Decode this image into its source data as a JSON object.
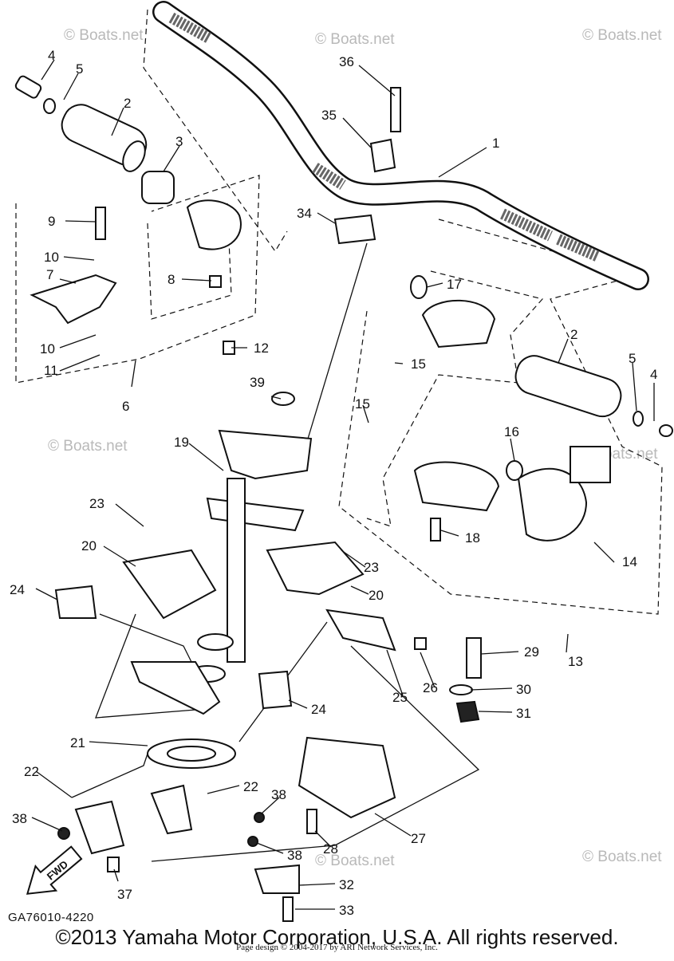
{
  "diagram": {
    "doc_code": "GA76010-4220",
    "watermark": "© Boats.net",
    "fwd_label": "FWD",
    "callouts": [
      {
        "id": "c1",
        "text": "1"
      },
      {
        "id": "c2a",
        "text": "2"
      },
      {
        "id": "c2b",
        "text": "2"
      },
      {
        "id": "c3",
        "text": "3"
      },
      {
        "id": "c4a",
        "text": "4"
      },
      {
        "id": "c4b",
        "text": "4"
      },
      {
        "id": "c5a",
        "text": "5"
      },
      {
        "id": "c5b",
        "text": "5"
      },
      {
        "id": "c6",
        "text": "6"
      },
      {
        "id": "c7",
        "text": "7"
      },
      {
        "id": "c8",
        "text": "8"
      },
      {
        "id": "c9",
        "text": "9"
      },
      {
        "id": "c10a",
        "text": "10"
      },
      {
        "id": "c10b",
        "text": "10"
      },
      {
        "id": "c11",
        "text": "11"
      },
      {
        "id": "c12",
        "text": "12"
      },
      {
        "id": "c13",
        "text": "13"
      },
      {
        "id": "c14",
        "text": "14"
      },
      {
        "id": "c15a",
        "text": "15"
      },
      {
        "id": "c15b",
        "text": "15"
      },
      {
        "id": "c16",
        "text": "16"
      },
      {
        "id": "c17",
        "text": "17"
      },
      {
        "id": "c18",
        "text": "18"
      },
      {
        "id": "c19",
        "text": "19"
      },
      {
        "id": "c20a",
        "text": "20"
      },
      {
        "id": "c20b",
        "text": "20"
      },
      {
        "id": "c21",
        "text": "21"
      },
      {
        "id": "c22a",
        "text": "22"
      },
      {
        "id": "c22b",
        "text": "22"
      },
      {
        "id": "c23a",
        "text": "23"
      },
      {
        "id": "c23b",
        "text": "23"
      },
      {
        "id": "c24a",
        "text": "24"
      },
      {
        "id": "c24b",
        "text": "24"
      },
      {
        "id": "c25",
        "text": "25"
      },
      {
        "id": "c26",
        "text": "26"
      },
      {
        "id": "c27",
        "text": "27"
      },
      {
        "id": "c28",
        "text": "28"
      },
      {
        "id": "c29",
        "text": "29"
      },
      {
        "id": "c30",
        "text": "30"
      },
      {
        "id": "c31",
        "text": "31"
      },
      {
        "id": "c32",
        "text": "32"
      },
      {
        "id": "c33",
        "text": "33"
      },
      {
        "id": "c34",
        "text": "34"
      },
      {
        "id": "c35",
        "text": "35"
      },
      {
        "id": "c36",
        "text": "36"
      },
      {
        "id": "c37",
        "text": "37"
      },
      {
        "id": "c38a",
        "text": "38"
      },
      {
        "id": "c38b",
        "text": "38"
      },
      {
        "id": "c38c",
        "text": "38"
      },
      {
        "id": "c39",
        "text": "39"
      }
    ]
  },
  "footer": {
    "copyright": "©2013 Yamaha Motor Corporation, U.S.A. All rights reserved.",
    "page_design": "Page design © 2004-2017 by ARI Network Services, Inc."
  }
}
